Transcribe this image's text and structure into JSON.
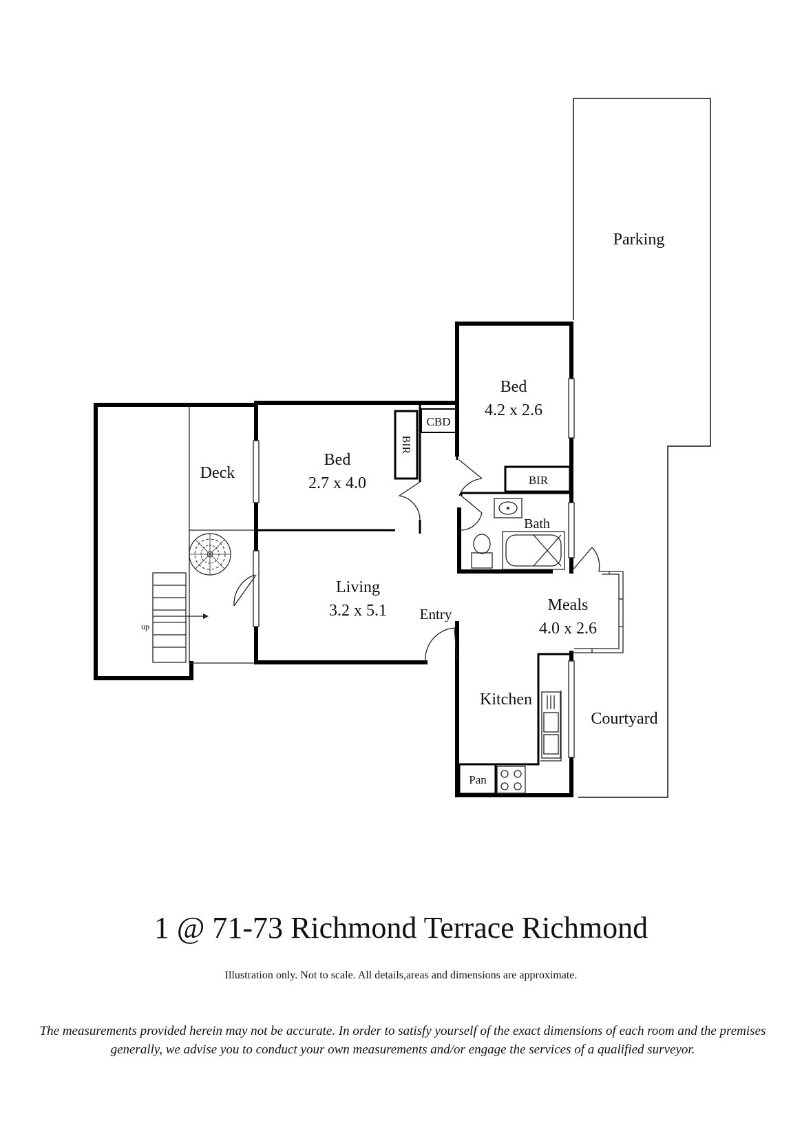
{
  "rooms": {
    "parking": {
      "name": "Parking"
    },
    "bed1": {
      "name": "Bed",
      "dims": "4.2 x 2.6"
    },
    "bed2": {
      "name": "Bed",
      "dims": "2.7 x 4.0"
    },
    "cbd": {
      "name": "CBD"
    },
    "bir_bed2": {
      "name": "BIR"
    },
    "bir_bed1": {
      "name": "BIR"
    },
    "deck": {
      "name": "Deck"
    },
    "bath": {
      "name": "Bath"
    },
    "living": {
      "name": "Living",
      "dims": "3.2 x 5.1"
    },
    "entry": {
      "name": "Entry"
    },
    "meals": {
      "name": "Meals",
      "dims": "4.0 x 2.6"
    },
    "kitchen": {
      "name": "Kitchen"
    },
    "courtyard": {
      "name": "Courtyard"
    },
    "pantry": {
      "name": "Pan"
    },
    "stairs": {
      "name": "up"
    }
  },
  "title": "1 @ 71-73 Richmond Terrace  Richmond",
  "note": "Illustration only. Not to scale. All details,areas and dimensions are approximate.",
  "disclaimer": "The measurements provided herein may not be accurate. In order to satisfy yourself of the exact dimensions of each room and the premises generally, we advise you to conduct your own measurements and/or engage the services of a qualified surveyor."
}
